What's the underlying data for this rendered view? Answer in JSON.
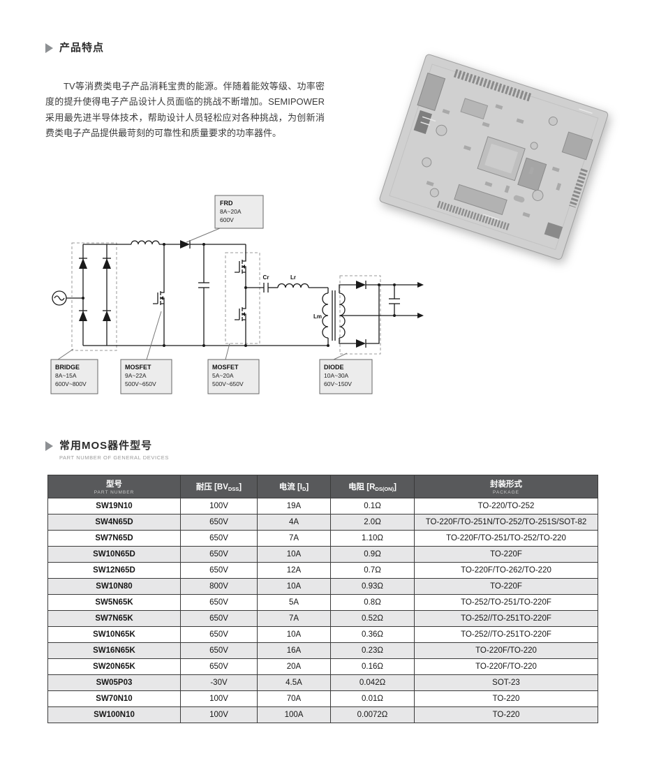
{
  "features": {
    "title": "产品特点",
    "paragraph": "TV等消费类电子产品消耗宝贵的能源。伴随着能效等级、功率密度的提升使得电子产品设计人员面临的挑战不断增加。SEMIPOWER采用最先进半导体技术，帮助设计人员轻松应对各种挑战，为创新消费类电子产品提供最苛刻的可靠性和质量要求的功率器件。"
  },
  "schematic": {
    "callouts": {
      "frd": {
        "title": "FRD",
        "line1": "8A~20A",
        "line2": "600V"
      },
      "bridge": {
        "title": "BRIDGE",
        "line1": "8A~15A",
        "line2": "600V~800V"
      },
      "mosfet_pfc": {
        "title": "MOSFET",
        "line1": "9A~22A",
        "line2": "500V~650V"
      },
      "mosfet_llc": {
        "title": "MOSFET",
        "line1": "5A~20A",
        "line2": "500V~650V"
      },
      "diode": {
        "title": "DIODE",
        "line1": "10A~30A",
        "line2": "60V~150V"
      }
    },
    "labels": {
      "cr": "Cr",
      "lr": "Lr",
      "lm": "Lm"
    }
  },
  "devices_section": {
    "title": "常用MOS器件型号",
    "subtitle": "PART NUMBER OF GENERAL DEVICES"
  },
  "table": {
    "headers": {
      "part": {
        "zh": "型号",
        "en": "PART NUMBER"
      },
      "voltage": {
        "pre": "耐压 [BV",
        "sub": "DSS",
        "post": "]"
      },
      "current": {
        "pre": "电流 [I",
        "sub": "D",
        "post": "]"
      },
      "resistance": {
        "pre": "电阻 [R",
        "sub": "DS(ON)",
        "post": "]"
      },
      "package": {
        "zh": "封装形式",
        "en": "PACKAGE"
      }
    },
    "rows": [
      {
        "part": "SW19N10",
        "voltage": "100V",
        "current": "19A",
        "resistance": "0.1Ω",
        "package": "TO-220/TO-252"
      },
      {
        "part": "SW4N65D",
        "voltage": "650V",
        "current": "4A",
        "resistance": "2.0Ω",
        "package": "TO-220F/TO-251N/TO-252/TO-251S/SOT-82"
      },
      {
        "part": "SW7N65D",
        "voltage": "650V",
        "current": "7A",
        "resistance": "1.10Ω",
        "package": "TO-220F/TO-251/TO-252/TO-220"
      },
      {
        "part": "SW10N65D",
        "voltage": "650V",
        "current": "10A",
        "resistance": "0.9Ω",
        "package": "TO-220F"
      },
      {
        "part": "SW12N65D",
        "voltage": "650V",
        "current": "12A",
        "resistance": "0.7Ω",
        "package": "TO-220F/TO-262/TO-220"
      },
      {
        "part": "SW10N80",
        "voltage": "800V",
        "current": "10A",
        "resistance": "0.93Ω",
        "package": "TO-220F"
      },
      {
        "part": "SW5N65K",
        "voltage": "650V",
        "current": "5A",
        "resistance": "0.8Ω",
        "package": "TO-252/TO-251/TO-220F"
      },
      {
        "part": "SW7N65K",
        "voltage": "650V",
        "current": "7A",
        "resistance": "0.52Ω",
        "package": "TO-252//TO-251TO-220F"
      },
      {
        "part": "SW10N65K",
        "voltage": "650V",
        "current": "10A",
        "resistance": "0.36Ω",
        "package": "TO-252//TO-251TO-220F"
      },
      {
        "part": "SW16N65K",
        "voltage": "650V",
        "current": "16A",
        "resistance": "0.23Ω",
        "package": "TO-220F/TO-220"
      },
      {
        "part": "SW20N65K",
        "voltage": "650V",
        "current": "20A",
        "resistance": "0.16Ω",
        "package": "TO-220F/TO-220"
      },
      {
        "part": "SW05P03",
        "voltage": "-30V",
        "current": "4.5A",
        "resistance": "0.042Ω",
        "package": "SOT-23"
      },
      {
        "part": "SW70N10",
        "voltage": "100V",
        "current": "70A",
        "resistance": "0.01Ω",
        "package": "TO-220"
      },
      {
        "part": "SW100N10",
        "voltage": "100V",
        "current": "100A",
        "resistance": "0.0072Ω",
        "package": "TO-220"
      }
    ]
  },
  "colors": {
    "table_header_bg": "#58595b",
    "table_row_alt": "#e7e7e8",
    "section_marker_gray": "#8d9093",
    "callout_fill": "#ececec"
  }
}
